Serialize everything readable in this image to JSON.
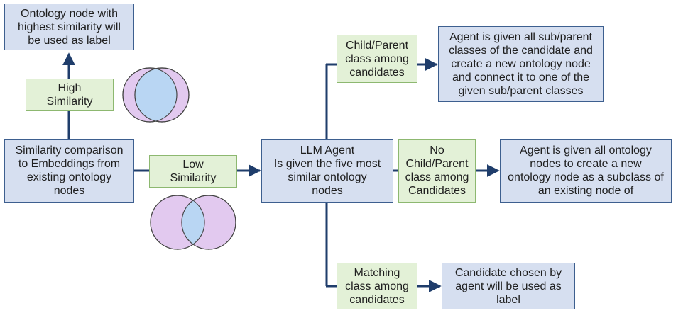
{
  "nodes": {
    "label_out": [
      "Ontology node with",
      "highest similarity will",
      "be used as label"
    ],
    "high_sim": [
      "High",
      "Similarity"
    ],
    "sim_compare": [
      "Similarity comparison",
      "to Embeddings from",
      "existing ontology",
      "nodes"
    ],
    "low_sim": [
      "Low",
      "Similarity"
    ],
    "llm_agent": [
      "LLM Agent",
      "Is given the five most",
      "similar ontology",
      "nodes"
    ],
    "child_parent": [
      "Child/Parent",
      "class among",
      "candidates"
    ],
    "agent_sub": [
      "Agent is given all sub/parent",
      "classes of the candidate and",
      "create a new ontology node",
      "and connect it to one of the",
      "given sub/parent classes"
    ],
    "no_child": [
      "No",
      "Child/Parent",
      "class among",
      "Candidates"
    ],
    "agent_new": [
      "Agent is given all ontology",
      "nodes to create a new",
      "ontology node as a subclass of",
      "an existing node of"
    ],
    "matching": [
      "Matching",
      "class among",
      "candidates"
    ],
    "chosen": [
      "Candidate chosen by",
      "agent will be used as",
      "label"
    ]
  },
  "colors": {
    "blue_fill": "#d6dff0",
    "green_fill": "#e3f1d7",
    "arrow": "#1f3d6b",
    "venn_blue": "#b9d6f3",
    "venn_purple": "#e2c9ef"
  }
}
